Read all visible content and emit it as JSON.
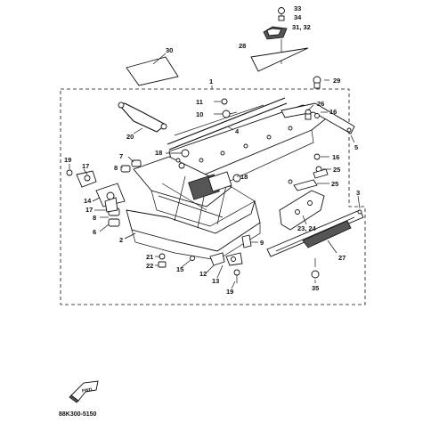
{
  "diagram": {
    "drawing_code": "88K300-5150",
    "front_icon_label": "FWD",
    "callouts": [
      {
        "id": "c33",
        "label": "33"
      },
      {
        "id": "c34",
        "label": "34"
      },
      {
        "id": "c31",
        "label": "31, 32"
      },
      {
        "id": "c28",
        "label": "28"
      },
      {
        "id": "c30",
        "label": "30"
      },
      {
        "id": "c1",
        "label": "1"
      },
      {
        "id": "c29",
        "label": "29"
      },
      {
        "id": "c11",
        "label": "11"
      },
      {
        "id": "c10",
        "label": "10"
      },
      {
        "id": "c26",
        "label": "26"
      },
      {
        "id": "c16a",
        "label": "16"
      },
      {
        "id": "c4",
        "label": "4"
      },
      {
        "id": "c20",
        "label": "20"
      },
      {
        "id": "c5",
        "label": "5"
      },
      {
        "id": "c16b",
        "label": "16"
      },
      {
        "id": "c18a",
        "label": "18"
      },
      {
        "id": "c19a",
        "label": "19"
      },
      {
        "id": "c17a",
        "label": "17"
      },
      {
        "id": "c7",
        "label": "7"
      },
      {
        "id": "c8a",
        "label": "8"
      },
      {
        "id": "c18b",
        "label": "18"
      },
      {
        "id": "c25a",
        "label": "25"
      },
      {
        "id": "c25b",
        "label": "25"
      },
      {
        "id": "c14",
        "label": "14"
      },
      {
        "id": "c17b",
        "label": "17"
      },
      {
        "id": "c3",
        "label": "3"
      },
      {
        "id": "c8b",
        "label": "8"
      },
      {
        "id": "c6",
        "label": "6"
      },
      {
        "id": "c2",
        "label": "2"
      },
      {
        "id": "c23",
        "label": "23, 24"
      },
      {
        "id": "c9",
        "label": "9"
      },
      {
        "id": "c27",
        "label": "27"
      },
      {
        "id": "c21",
        "label": "21"
      },
      {
        "id": "c22",
        "label": "22"
      },
      {
        "id": "c15",
        "label": "15"
      },
      {
        "id": "c12",
        "label": "12"
      },
      {
        "id": "c13",
        "label": "13"
      },
      {
        "id": "c19b",
        "label": "19"
      },
      {
        "id": "c35",
        "label": "35"
      }
    ]
  }
}
